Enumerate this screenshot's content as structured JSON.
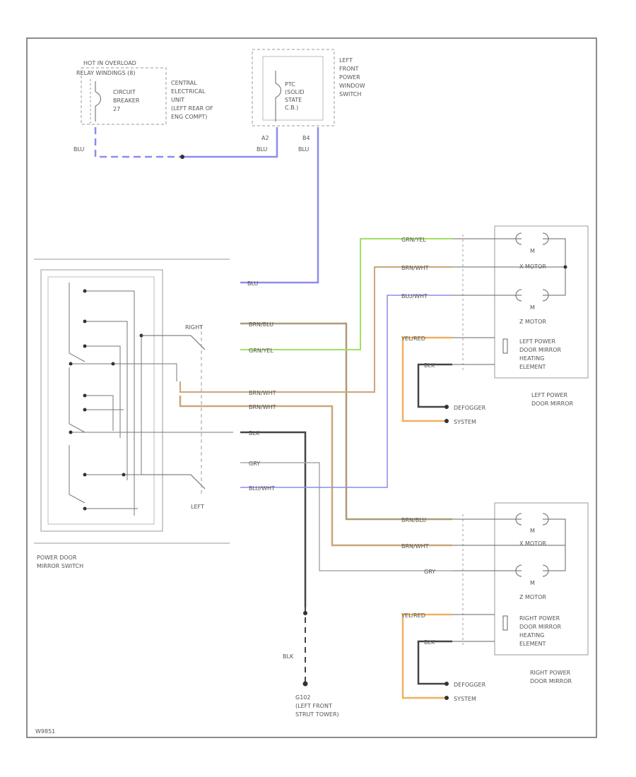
{
  "fuse_box": {
    "header": "HOT IN OVERLOAD",
    "header2": "RELAY WINDINGS (8)",
    "name1": "CIRCUIT",
    "name2": "BREAKER",
    "name3": "27",
    "loc1": "CENTRAL",
    "loc2": "ELECTRICAL",
    "loc3": "UNIT",
    "loc4": "(LEFT REAR OF",
    "loc5": "ENG COMPT)"
  },
  "window_switch": {
    "l1": "LEFT",
    "l2": "FRONT",
    "l3": "POWER",
    "l4": "WINDOW",
    "l5": "SWITCH",
    "i1": "PTC",
    "i2": "(SOLID",
    "i3": "STATE",
    "i4": "C.B.)",
    "pin_a2": "A2",
    "pin_b4": "B4"
  },
  "wires": {
    "blu1": "BLU",
    "blu2": "BLU",
    "blu3": "BLU",
    "blu4": "BLU",
    "brn_blu": "BRN/BLU",
    "grn_yel": "GRN/YEL",
    "brn_wht1": "BRN/WHT",
    "brn_wht2": "BRN/WHT",
    "blk": "BLK",
    "gry": "GRY",
    "blu_wht": "BLU/WHT",
    "grn_yel_r": "GRN/YEL",
    "brn_wht_r": "BRN/WHT",
    "blu_wht_r": "BLU/WHT",
    "yel_red1": "YEL/RED",
    "blk_r1": "BLK",
    "brn_blu_r": "BRN/BLU",
    "brn_wht_r2": "BRN/WHT",
    "gry_r": "GRY",
    "yel_red2": "YEL/RED",
    "blk_r2": "BLK",
    "blk_gnd": "BLK"
  },
  "switch": {
    "right": "RIGHT",
    "left": "LEFT",
    "title1": "POWER DOOR",
    "title2": "MIRROR SWITCH"
  },
  "left_mirror": {
    "motor1": "M",
    "motor1_label": "X MOTOR",
    "motor2": "M",
    "motor2_label": "Z MOTOR",
    "heat1": "LEFT POWER",
    "heat2": "DOOR MIRROR",
    "heat3": "HEATING",
    "heat4": "ELEMENT",
    "title1": "LEFT POWER",
    "title2": "DOOR MIRROR"
  },
  "right_mirror": {
    "motor1": "M",
    "motor1_label": "X MOTOR",
    "motor2": "M",
    "motor2_label": "Z MOTOR",
    "heat1": "RIGHT POWER",
    "heat2": "DOOR MIRROR",
    "heat3": "HEATING",
    "heat4": "ELEMENT",
    "title1": "RIGHT POWER",
    "title2": "DOOR MIRROR"
  },
  "defogger": {
    "d1a": "DEFOGGER",
    "d1b": "SYSTEM",
    "d2a": "DEFOGGER",
    "d2b": "SYSTEM"
  },
  "ground": {
    "g1": "G102",
    "g2": "(LEFT FRONT",
    "g3": "STRUT TOWER)"
  },
  "footer": {
    "code": "W9851"
  },
  "colors": {
    "blue": "#8c8cf0",
    "green": "#a0e060",
    "tan": "#c8a878",
    "brown": "#b09a72",
    "orange": "#f0b060",
    "dark": "#444444",
    "gray": "#aaaaaa"
  }
}
